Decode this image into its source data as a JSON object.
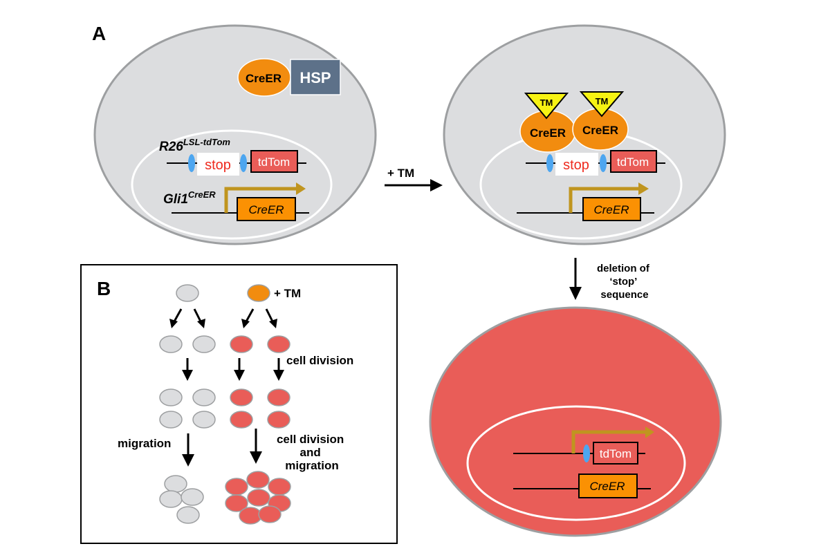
{
  "panel_a": {
    "label": "A",
    "cell1": {
      "protein_label": "CreER",
      "hsp_label": "HSP",
      "allele1_name": "R26",
      "allele1_sup": "LSL-tdTom",
      "stop_label": "stop",
      "tdtom_label": "tdTom",
      "allele2_name": "Gli1",
      "allele2_sup": "CreER",
      "creer_gene_label": "CreER"
    },
    "arrow_tm_label": "+ TM",
    "cell2": {
      "tm1_label": "TM",
      "tm2_label": "TM",
      "protein1_label": "CreER",
      "protein2_label": "CreER",
      "stop_label": "stop",
      "tdtom_label": "tdTom",
      "creer_gene_label": "CreER"
    },
    "arrow_deletion_lines": [
      "deletion of",
      "‘stop’",
      "sequence"
    ],
    "cell3": {
      "tdtom_label": "tdTom",
      "creer_gene_label": "CreER"
    }
  },
  "panel_b": {
    "label": "B",
    "tm_label": "+ TM",
    "cell_division_label": "cell division",
    "migration_label": "migration",
    "division_migration_lines": [
      "cell division",
      "and",
      "migration"
    ]
  },
  "colors": {
    "cell_gray": "#dcdddf",
    "cell_border": "#9d9fa1",
    "creer_orange": "#f28c0f",
    "gene_orange": "#fb9103",
    "hsp_blue": "#5d7189",
    "tdtom_red": "#e95d58",
    "loxp_blue": "#4da6f0",
    "promoter_gold": "#c0951f",
    "stop_text": "#ee2a1e",
    "tm_yellow": "#f7f313"
  }
}
